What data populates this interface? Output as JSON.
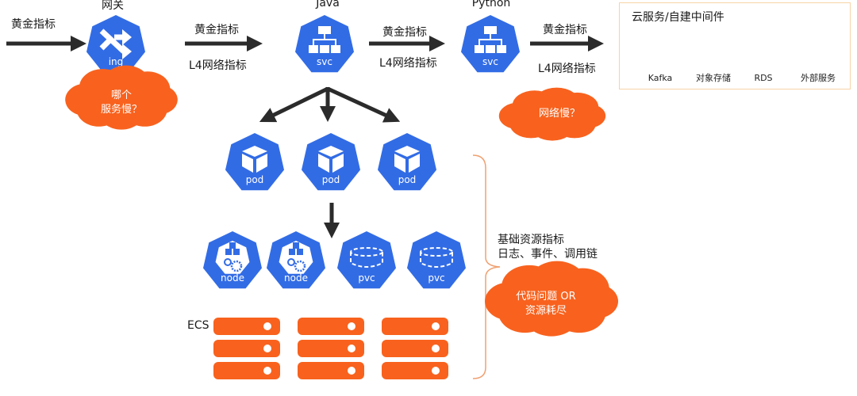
{
  "colors": {
    "k8s_blue": "#326ce5",
    "orange": "#f8621e",
    "arrow": "#2b2b2b",
    "brace": "#f0a070",
    "box_border": "#f7d3a8"
  },
  "flow": {
    "input_label": "黄金指标",
    "gateway": {
      "title": "网关",
      "icon_label": "ing",
      "icon": "ingress-icon"
    },
    "gw_to_java": {
      "top": "黄金指标",
      "bottom": "L4网络指标"
    },
    "java": {
      "title": "Java",
      "icon_label": "svc",
      "icon": "service-icon"
    },
    "java_to_python": {
      "top": "黄金指标",
      "bottom": "L4网络指标"
    },
    "python": {
      "title": "Python",
      "icon_label": "svc",
      "icon": "service-icon"
    },
    "python_to_cloud": {
      "top": "黄金指标",
      "bottom": "L4网络指标"
    }
  },
  "clouds": {
    "gateway_question": [
      "哪个",
      "服务慢？"
    ],
    "network_question": [
      "网络慢？"
    ],
    "code_question": [
      "代码问题 OR",
      "资源耗尽"
    ]
  },
  "middleware": {
    "title": "云服务/自建中间件",
    "items": [
      {
        "label": "Kafka",
        "icon": "kafka-cloud-icon"
      },
      {
        "label": "对象存储",
        "icon": "object-storage-icon"
      },
      {
        "label": "RDS",
        "icon": "rds-icon"
      },
      {
        "label": "外部服务",
        "icon": "globe-icon"
      }
    ]
  },
  "pods": [
    {
      "label": "pod"
    },
    {
      "label": "pod"
    },
    {
      "label": "pod"
    }
  ],
  "infra": [
    {
      "label": "node",
      "kind": "node"
    },
    {
      "label": "node",
      "kind": "node"
    },
    {
      "label": "pvc",
      "kind": "pvc"
    },
    {
      "label": "pvc",
      "kind": "pvc"
    }
  ],
  "ecs": {
    "label": "ECS",
    "columns": 3,
    "rows": 3
  },
  "annotation": {
    "line1": "基础资源指标",
    "line2": "日志、事件、调用链"
  }
}
